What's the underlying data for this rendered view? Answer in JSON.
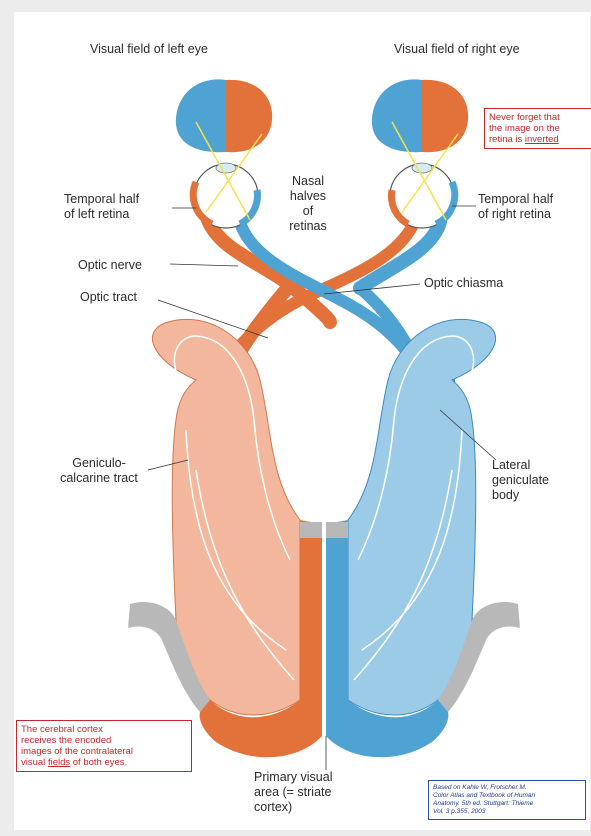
{
  "labels": {
    "visual_field_left": "Visual field of left eye",
    "visual_field_right": "Visual field of right eye",
    "temporal_left_1": "Temporal half",
    "temporal_left_2": "of left retina",
    "nasal_1": "Nasal",
    "nasal_2": "halves",
    "nasal_3": "of",
    "nasal_4": "retinas",
    "temporal_right_1": "Temporal half",
    "temporal_right_2": "of right retina",
    "optic_nerve": "Optic nerve",
    "optic_chiasma": "Optic chiasma",
    "optic_tract": "Optic tract",
    "geniculo_1": "Geniculo-",
    "geniculo_2": "calcarine tract",
    "lateral_1": "Lateral",
    "lateral_2": "geniculate",
    "lateral_3": "body",
    "primary_1": "Primary visual",
    "primary_2": "area (= striate",
    "primary_3": "cortex)"
  },
  "notes": {
    "inverted_line1": "Never forget that",
    "inverted_line2": "the image on the",
    "inverted_line3_prefix": "retina is ",
    "inverted_line3_underlined": "inverted",
    "cortex_line1": "The cerebral cortex",
    "cortex_line2": "receives the encoded",
    "cortex_line3": "images of the contralateral",
    "cortex_line4_prefix": "visual ",
    "cortex_line4_underlined": "fields",
    "cortex_line4_suffix": " of both eyes."
  },
  "citation": {
    "line1": "Based on Kahle W, Frotscher M.",
    "line2": "Color Atlas and Textbook of Human",
    "line3": "Anatomy. 5th ed. Stuttgart: Thieme",
    "line4": "Vol. 3 p.355, 2003"
  },
  "colors": {
    "orange": "#e2713a",
    "orange_light": "#f2b79c",
    "blue": "#4fa3d3",
    "blue_light": "#9ccbe8",
    "gray": "#b8b8b8",
    "note_red": "#c2282c",
    "citation_blue": "#1b3c8a",
    "ray_yellow": "#f3e34a"
  }
}
